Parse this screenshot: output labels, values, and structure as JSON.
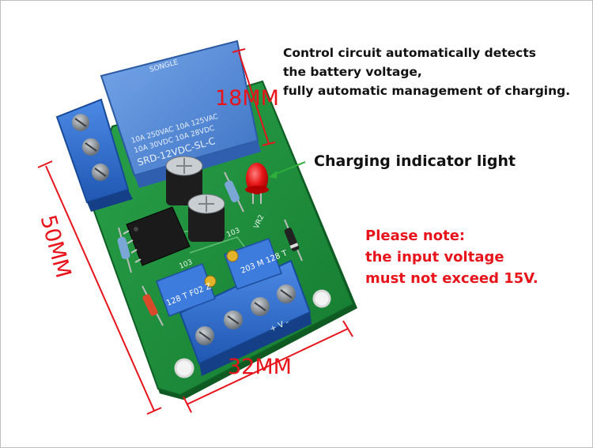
{
  "annotations": {
    "info_lines": [
      "Control circuit automatically detects",
      "the battery voltage,",
      "fully automatic management of charging."
    ],
    "indicator_label": "Charging indicator light",
    "note_lines": [
      "Please note:",
      "the input voltage",
      "must not exceed 15V."
    ]
  },
  "dimensions": {
    "height": "18MM",
    "width": "32MM",
    "length": "50MM"
  },
  "board_markings": {
    "relay_brand": "SONGLE",
    "relay_rating_1": "10A 250VAC 10A 125VAC",
    "relay_rating_2": "10A 30VDC 10A 28VDC",
    "relay_model": "SRD-12VDC-SL-C",
    "pot_left": "103",
    "pot_right": "103",
    "reg_label": "VR2",
    "chip_label_left": "128 T  F02 Z",
    "chip_label_right": "203 M  128 T",
    "terminal_marks": "+ V -"
  },
  "colors": {
    "annotation_red": "#e8141c",
    "text_dark": "#111111",
    "pcb_green": "#1f8a3a",
    "terminal_blue": "#2f6fd0",
    "relay_blue": "#5b8fd8",
    "arrow_green": "#2eae3a"
  }
}
